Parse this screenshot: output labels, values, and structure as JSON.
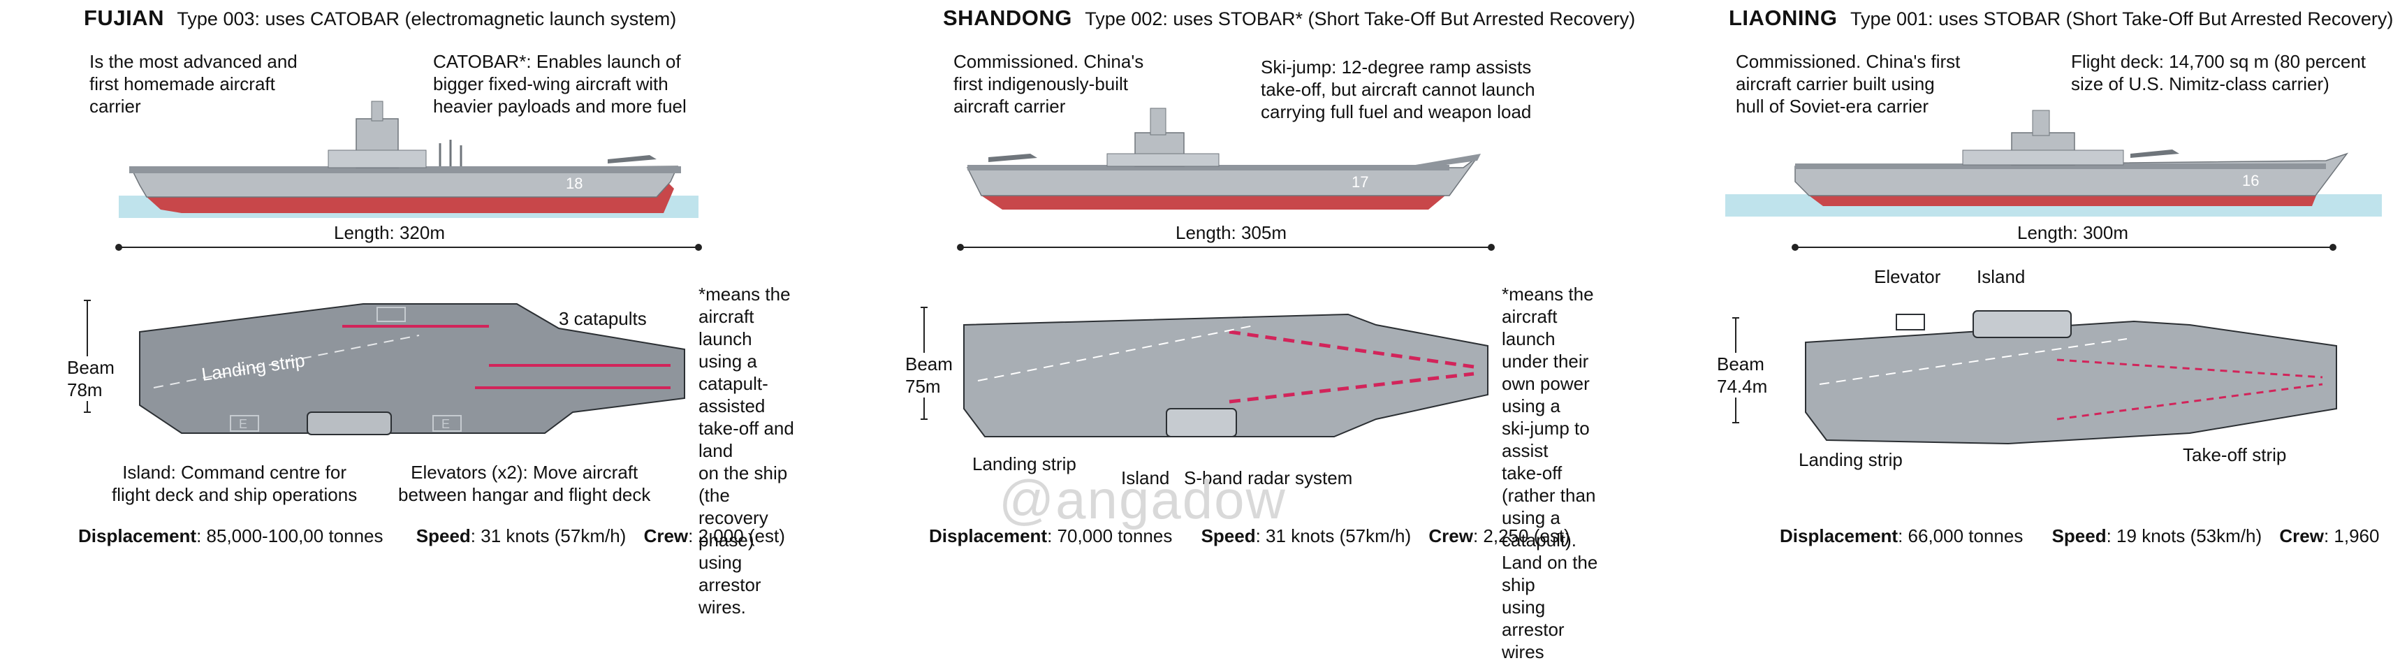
{
  "carriers": [
    {
      "name": "FUJIAN",
      "type": "Type 003: uses CATOBAR (electromagnetic launch system)",
      "note_left": [
        "Is the most advanced and",
        "first homemade aircraft",
        "carrier"
      ],
      "note_right": [
        "CATOBAR*: Enables launch of",
        "bigger fixed-wing aircraft with",
        "heavier payloads and more fuel"
      ],
      "hull_number": "18",
      "length": "Length: 320m",
      "beam_label": "Beam",
      "beam_value": "78m",
      "deck_labels": {
        "catapults": "3 catapults",
        "landing": "Landing strip",
        "elevator_mark": "E"
      },
      "below_left": [
        "Island: Command centre for",
        "flight deck and ship operations"
      ],
      "below_right": [
        "Elevators (x2): Move aircraft",
        "between hangar and flight deck"
      ],
      "footnote": [
        "*means the",
        "aircraft launch",
        "using a",
        "catapult-assisted",
        "take-off and land",
        "on the ship (the",
        "recovery phase)",
        "using arrestor",
        "wires."
      ],
      "stats": {
        "disp_label": "Displacement",
        "disp_value": ": 85,000-100,00 tonnes",
        "speed_label": "Speed",
        "speed_value": ": 31 knots (57km/h)",
        "crew_label": "Crew",
        "crew_value": ": 2,000 (est)"
      }
    },
    {
      "name": "SHANDONG",
      "type": "Type 002: uses STOBAR* (Short Take-Off But Arrested Recovery)",
      "note_left": [
        "Commissioned. China's",
        "first indigenously-built",
        "aircraft carrier"
      ],
      "note_right": [
        "Ski-jump: 12-degree ramp assists",
        "take-off, but aircraft cannot launch",
        "carrying full fuel and weapon load"
      ],
      "hull_number": "17",
      "length": "Length: 305m",
      "beam_label": "Beam",
      "beam_value": "75m",
      "below": {
        "landing": "Landing strip",
        "island": "Island",
        "radar": "S-band radar system"
      },
      "footnote": [
        "*means the aircraft",
        "launch under their",
        "own power using a",
        "ski-jump to assist",
        "take-off (rather than",
        "using a catapult).",
        "Land on the ship",
        "using arrestor wires"
      ],
      "stats": {
        "disp_label": "Displacement",
        "disp_value": ": 70,000 tonnes",
        "speed_label": "Speed",
        "speed_value": ": 31 knots (57km/h)",
        "crew_label": "Crew",
        "crew_value": ": 2,250 (est)"
      }
    },
    {
      "name": "LIAONING",
      "type": "Type 001: uses STOBAR (Short Take-Off But Arrested Recovery)",
      "note_left": [
        "Commissioned. China's first",
        "aircraft carrier built using",
        "hull of Soviet-era carrier"
      ],
      "note_right": [
        "Flight deck: 14,700 sq m (80 percent",
        "size of U.S. Nimitz-class carrier)"
      ],
      "hull_number": "16",
      "length": "Length: 300m",
      "beam_label": "Beam",
      "beam_value": "74.4m",
      "top": {
        "elevator": "Elevator",
        "island": "Island"
      },
      "below": {
        "landing": "Landing strip",
        "takeoff": "Take-off strip"
      },
      "stats": {
        "disp_label": "Displacement",
        "disp_value": ": 66,000 tonnes",
        "speed_label": "Speed",
        "speed_value": ": 19 knots (53km/h)",
        "crew_label": "Crew",
        "crew_value": ": 1,960"
      }
    }
  ],
  "watermark": "@angadow",
  "colors": {
    "hull_red": "#c8474a",
    "hull_grey": "#b9bec3",
    "deck_grey": "#8f959c",
    "water": "#bfe3ec",
    "catapult": "#d2245a"
  }
}
